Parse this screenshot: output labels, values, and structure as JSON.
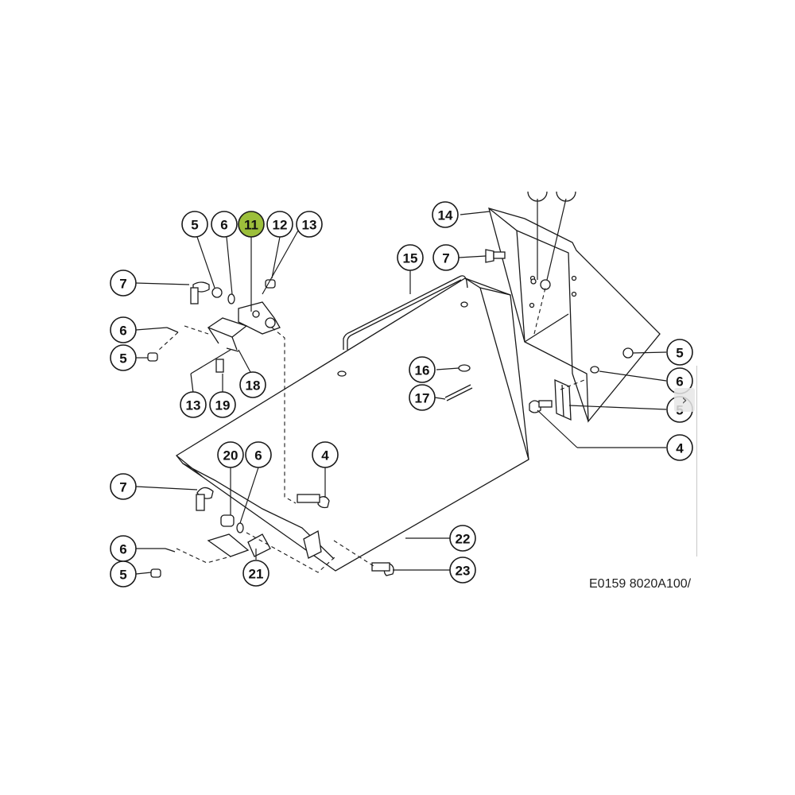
{
  "diagram_code": "E0159 8020A100/",
  "highlight_color": "#9cbf3b",
  "next_icon": "chevron-right-icon",
  "next_glyph": "›",
  "callouts": [
    {
      "id": "c-5-a",
      "text": "5"
    },
    {
      "id": "c-6-a",
      "text": "6"
    },
    {
      "id": "c-11",
      "text": "11",
      "highlight": true
    },
    {
      "id": "c-12",
      "text": "12"
    },
    {
      "id": "c-13-a",
      "text": "13"
    },
    {
      "id": "c-7-a",
      "text": "7"
    },
    {
      "id": "c-6-b",
      "text": "6"
    },
    {
      "id": "c-5-b",
      "text": "5"
    },
    {
      "id": "c-13-b",
      "text": "13"
    },
    {
      "id": "c-19",
      "text": "19"
    },
    {
      "id": "c-18",
      "text": "18"
    },
    {
      "id": "c-14",
      "text": "14"
    },
    {
      "id": "c-15",
      "text": "15"
    },
    {
      "id": "c-7-b",
      "text": "7"
    },
    {
      "id": "c-16",
      "text": "16"
    },
    {
      "id": "c-17",
      "text": "17"
    },
    {
      "id": "c-5-c",
      "text": "5"
    },
    {
      "id": "c-6-c",
      "text": "6"
    },
    {
      "id": "c-5-d",
      "text": "5"
    },
    {
      "id": "c-4-a",
      "text": "4"
    },
    {
      "id": "c-4-b",
      "text": "4"
    },
    {
      "id": "c-20",
      "text": "20"
    },
    {
      "id": "c-6-d",
      "text": "6"
    },
    {
      "id": "c-7-c",
      "text": "7"
    },
    {
      "id": "c-6-e",
      "text": "6"
    },
    {
      "id": "c-5-e",
      "text": "5"
    },
    {
      "id": "c-21",
      "text": "21"
    },
    {
      "id": "c-22",
      "text": "22"
    },
    {
      "id": "c-23",
      "text": "23"
    }
  ]
}
